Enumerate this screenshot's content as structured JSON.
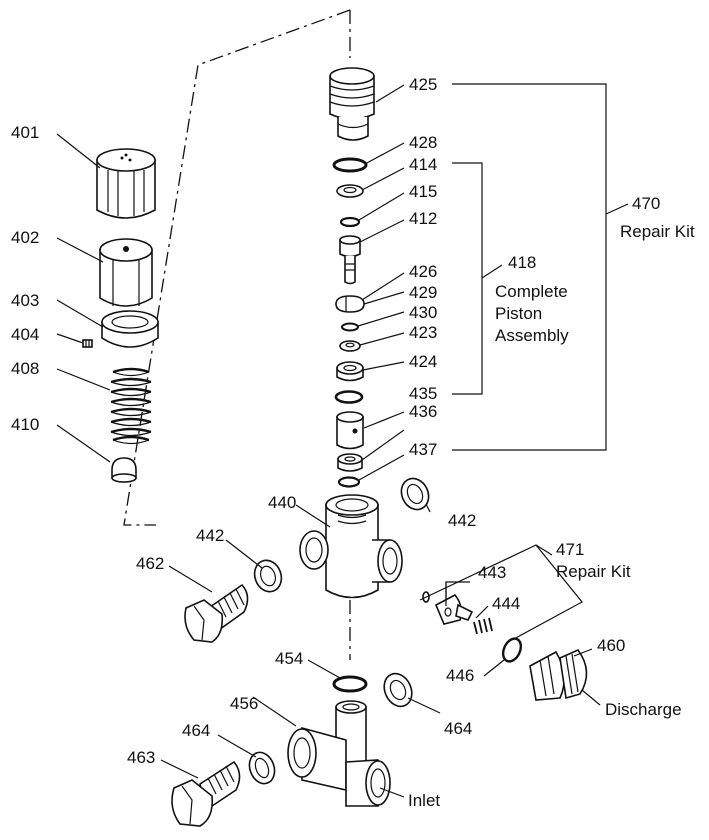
{
  "labels": {
    "p401": "401",
    "p402": "402",
    "p403": "403",
    "p404": "404",
    "p408": "408",
    "p410": "410",
    "p425": "425",
    "p428": "428",
    "p414": "414",
    "p415": "415",
    "p412": "412",
    "p426": "426",
    "p429": "429",
    "p430": "430",
    "p423": "423",
    "p424": "424",
    "p435": "435",
    "p436": "436",
    "p437": "437",
    "p418": "418",
    "p470": "470",
    "p471": "471",
    "p440": "440",
    "p442a": "442",
    "p442b": "442",
    "p462": "462",
    "p443": "443",
    "p444": "444",
    "p446": "446",
    "p460": "460",
    "p454": "454",
    "p456": "456",
    "p464a": "464",
    "p464b": "464",
    "p463": "463"
  },
  "texts": {
    "complete": "Complete",
    "piston": "Piston",
    "assembly": "Assembly",
    "repair_kit_470": "Repair Kit",
    "repair_kit_471": "Repair Kit",
    "discharge": "Discharge",
    "inlet": "Inlet"
  }
}
